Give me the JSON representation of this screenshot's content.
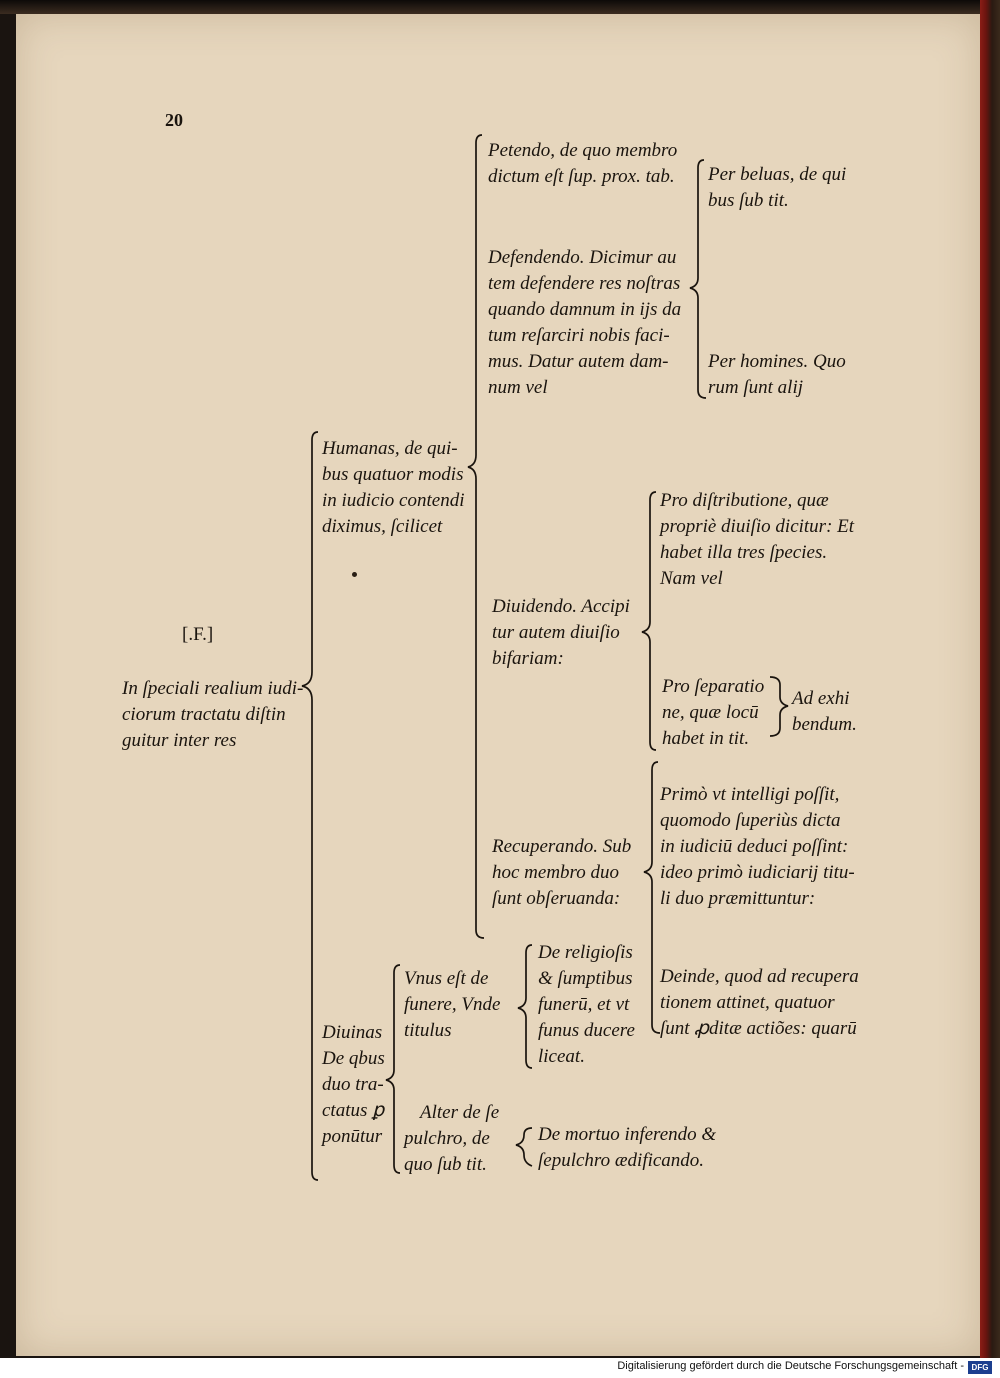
{
  "page_number": "20",
  "section_mark": "[.F.]",
  "root": [
    "In ſpeciali realium iudi-",
    "ciorum tractatu diſtin",
    "guitur inter res"
  ],
  "humanas": [
    "Humanas, de qui-",
    "bus quatuor modis",
    "in iudicio contendi",
    "diximus, ſcilicet"
  ],
  "petendo": [
    "Petendo, de quo membro",
    "dictum eſt ſup. prox. tab."
  ],
  "defendendo": [
    "Defendendo. Dicimur au",
    "tem defendere res noſtras",
    "quando damnum in ijs da",
    "tum reſarciri nobis faci-",
    "mus. Datur autem dam-",
    "num vel"
  ],
  "per_beluas": [
    "Per beluas, de qui",
    "bus ſub tit."
  ],
  "per_homines": [
    "Per homines. Quo",
    "rum ſunt alij"
  ],
  "diuidendo": [
    "Diuidendo. Accipi",
    "tur autem diuiſio",
    "bifariam:"
  ],
  "pro_distributione": [
    "Pro diſtributione, quæ",
    "propriè diuiſio dicitur: Et",
    "habet illa tres ſpecies.",
    "Nam vel"
  ],
  "pro_separatione": [
    "Pro ſeparatio",
    "ne, quæ locū",
    "habet in tit."
  ],
  "ad_exhibendum": [
    "Ad exhi",
    "bendum."
  ],
  "recuperando": [
    "Recuperando. Sub",
    "hoc membro duo",
    "ſunt obſeruanda:"
  ],
  "primo": [
    "Primò vt intelligi poſſit,",
    "quomodo ſuperiùs dicta",
    "in iudiciū deduci poſſint:",
    "ideo primò iudiciarij titu-",
    "li duo præmittuntur:"
  ],
  "deinde": [
    "Deinde, quod ad recupera",
    "tionem attinet, quatuor",
    "ſunt ꝓditæ actiões: quarū"
  ],
  "diuinas": [
    "Diuinas",
    "De qbus",
    "duo tra-",
    "ctatus ꝑ",
    "ponūtur"
  ],
  "unus": [
    "Vnus eſt de",
    "funere, Vnde",
    "titulus"
  ],
  "de_religiosis": [
    "De religioſis",
    "& ſumptibus",
    "funerū, et vt",
    "funus ducere",
    "liceat."
  ],
  "alter": [
    "Alter de ſe",
    "pulchro, de",
    "quo ſub tit."
  ],
  "de_mortuo": [
    "De mortuo inferendo &",
    "ſepulchro ædificando."
  ],
  "footer": {
    "credit": "Digitalisierung gefördert durch die Deutsche Forschungsgemeinschaft -",
    "logo": "DFG"
  }
}
